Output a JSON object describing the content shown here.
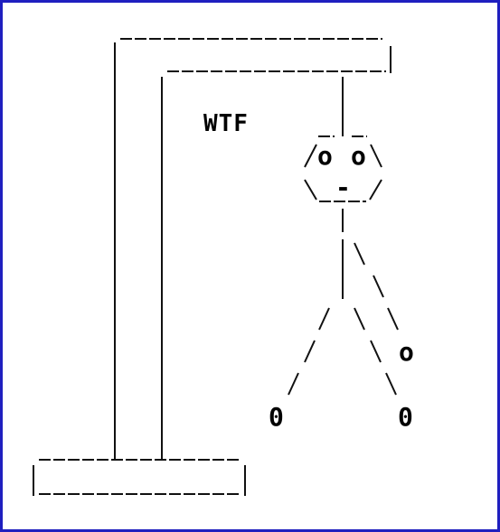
{
  "caption": "WTF",
  "face": {
    "left_eye": "o",
    "right_eye": "o",
    "mouth": "-"
  },
  "figure": {
    "hand_right": "o",
    "foot_left": "0",
    "foot_right": "0"
  },
  "colors": {
    "border": "#1f1fbf",
    "ink": "#111111",
    "background": "#ffffff"
  }
}
